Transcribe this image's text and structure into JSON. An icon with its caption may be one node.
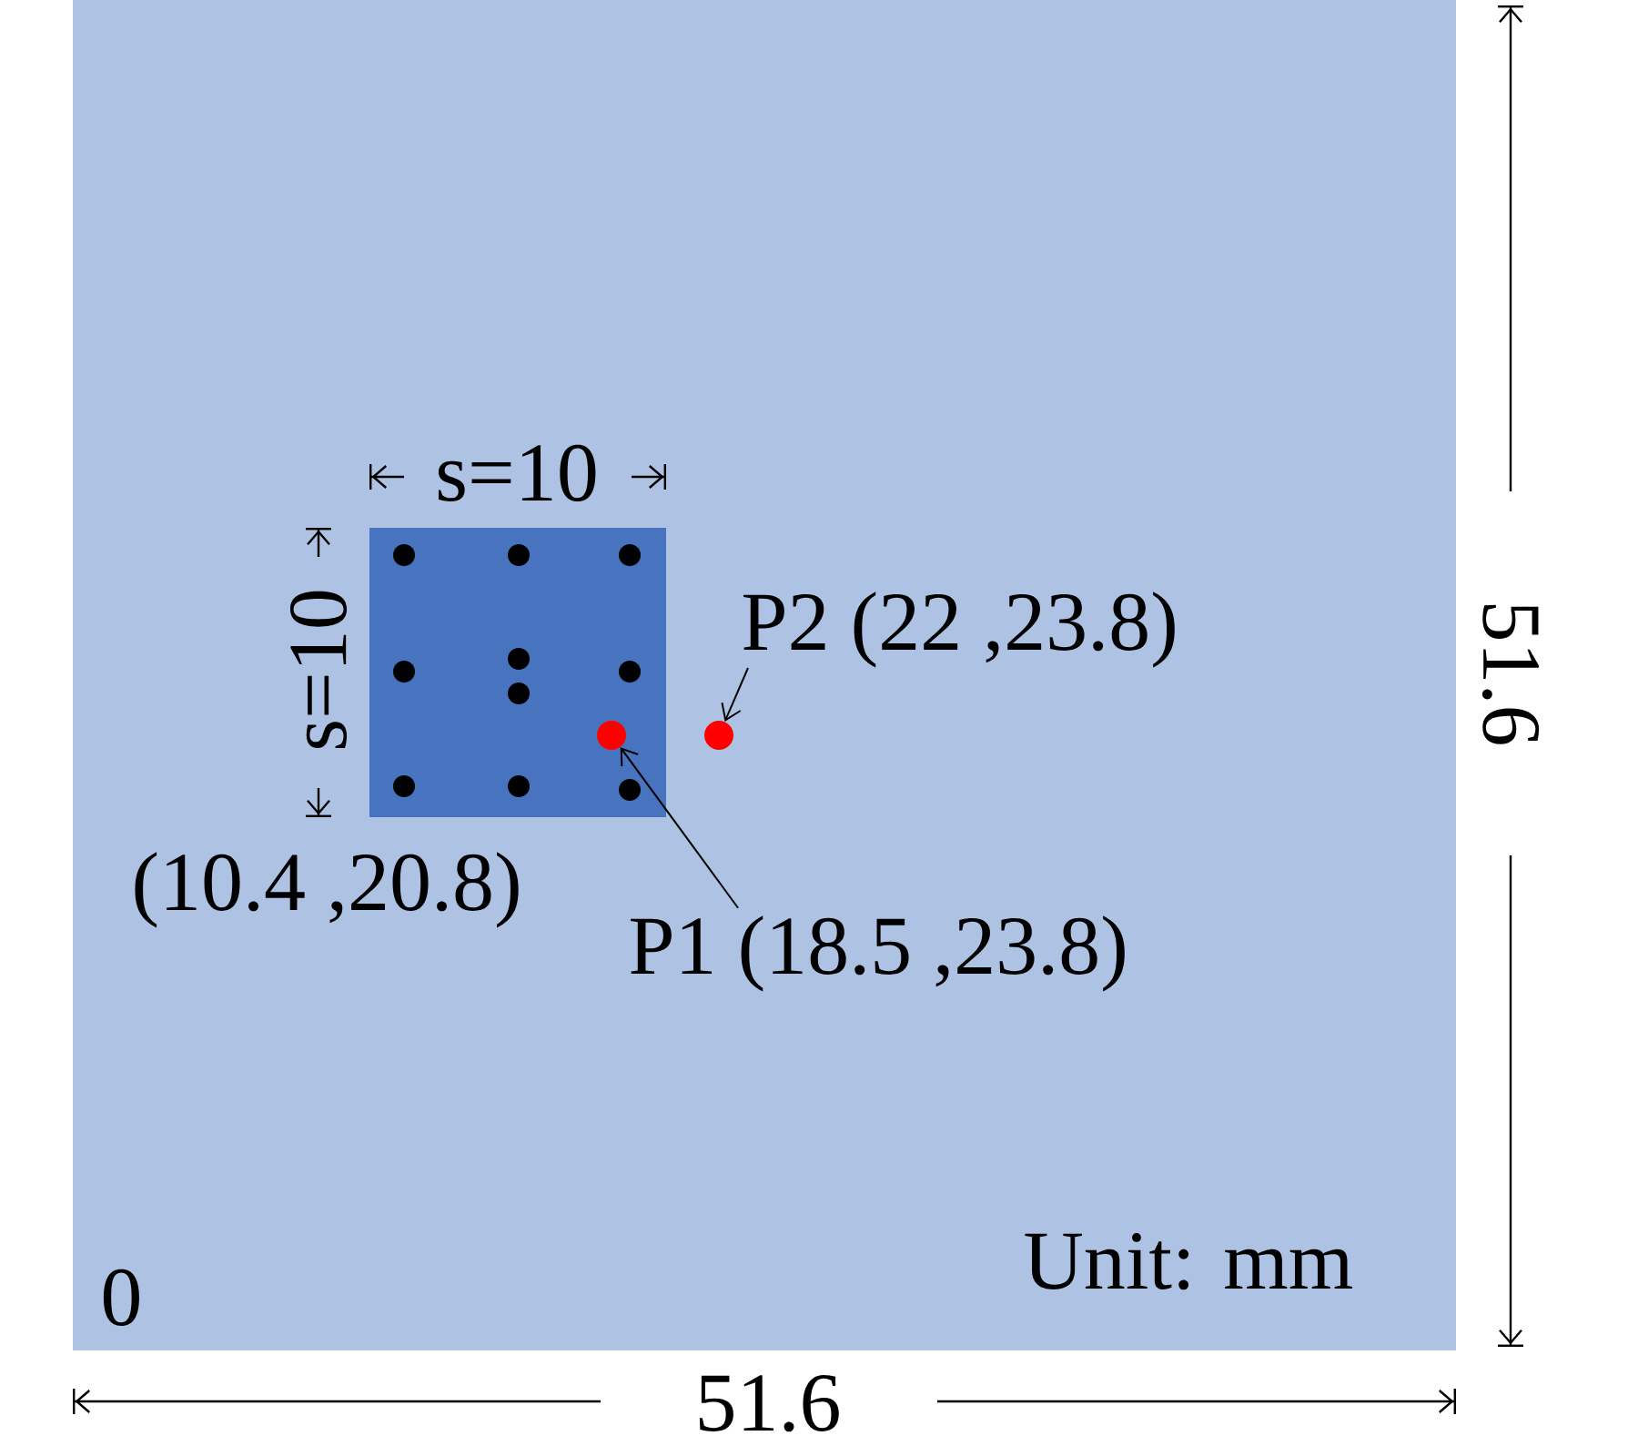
{
  "diagram": {
    "nodes": [
      {
        "text": [
          "P2 (22 ,23.8)"
        ]
      },
      {
        "text": [],
        "shape": "circle"
      },
      {
        "text": [],
        "shape": "circle"
      },
      {
        "text": [
          "P1 (18.5 ,23.8)"
        ]
      }
    ],
    "edges": [
      {
        "from": 0,
        "to": 2,
        "arrow": "to"
      },
      {
        "from": 3,
        "to": 1,
        "arrow": "to"
      }
    ],
    "labels": [
      "s=10",
      "s=10",
      "51.6",
      "(10.4 ,20.8)",
      "Unit: mm",
      "0",
      "51.6"
    ]
  }
}
